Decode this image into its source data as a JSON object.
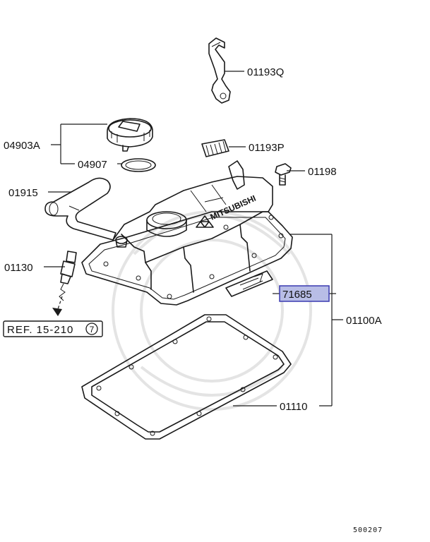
{
  "callouts": {
    "c01193Q": "01193Q",
    "c04903A": "04903A",
    "c04907": "04907",
    "c01193P": "01193P",
    "c01198": "01198",
    "c01915": "01915",
    "c01130": "01130",
    "c71685": "71685",
    "c01100A": "01100A",
    "c01110": "01110"
  },
  "reference": {
    "text": "REF. 15-210",
    "circled": "7"
  },
  "brand": "MITSUBISHI",
  "figure_number": "500207",
  "colors": {
    "highlight_fill": "#b8bde6",
    "highlight_stroke": "#3a3ab0",
    "line": "#1a1a1a"
  }
}
